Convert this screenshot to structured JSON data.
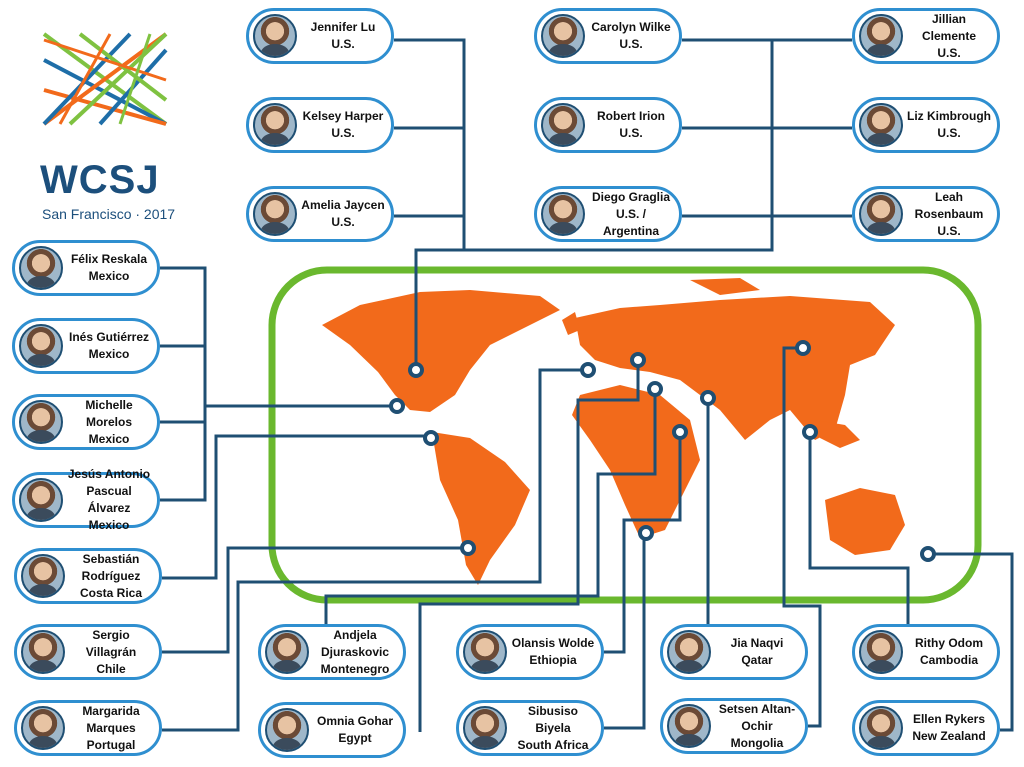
{
  "logo": {
    "title": "WCSJ",
    "subtitle": "San Francisco · 2017"
  },
  "people": [
    {
      "id": "jennifer-lu",
      "name": "Jennifer Lu",
      "country": "U.S."
    },
    {
      "id": "carolyn-wilke",
      "name": "Carolyn Wilke",
      "country": "U.S."
    },
    {
      "id": "jillian-clemente",
      "name": "Jillian Clemente",
      "country": "U.S."
    },
    {
      "id": "kelsey-harper",
      "name": "Kelsey Harper",
      "country": "U.S."
    },
    {
      "id": "robert-irion",
      "name": "Robert Irion",
      "country": "U.S."
    },
    {
      "id": "liz-kimbrough",
      "name": "Liz Kimbrough",
      "country": "U.S."
    },
    {
      "id": "amelia-jaycen",
      "name": "Amelia Jaycen",
      "country": "U.S."
    },
    {
      "id": "diego-graglia",
      "name": "Diego Graglia",
      "country": "U.S. / Argentina"
    },
    {
      "id": "leah-rosenbaum",
      "name": "Leah Rosenbaum",
      "country": "U.S."
    },
    {
      "id": "felix-reskala",
      "name": "Félix Reskala",
      "country": "Mexico"
    },
    {
      "id": "ines-gutierrez",
      "name": "Inés Gutiérrez",
      "country": "Mexico"
    },
    {
      "id": "michelle-morelos",
      "name": "Michelle Morelos",
      "country": "Mexico"
    },
    {
      "id": "jesus-antonio",
      "name": "Jesús Antonio Pascual Álvarez",
      "country": "Mexico"
    },
    {
      "id": "sebastian-rodriguez",
      "name": "Sebastián Rodríguez",
      "country": "Costa Rica"
    },
    {
      "id": "sergio-villagran",
      "name": "Sergio Villagrán",
      "country": "Chile"
    },
    {
      "id": "margarida-marques",
      "name": "Margarida Marques",
      "country": "Portugal"
    },
    {
      "id": "andjela-djuraskovic",
      "name": "Andjela Djuraskovic",
      "country": "Montenegro"
    },
    {
      "id": "omnia-gohar",
      "name": "Omnia Gohar",
      "country": "Egypt"
    },
    {
      "id": "olansis-wolde",
      "name": "Olansis Wolde",
      "country": "Ethiopia"
    },
    {
      "id": "sibusiso-biyela",
      "name": "Sibusiso Biyela",
      "country": "South Africa"
    },
    {
      "id": "jia-naqvi",
      "name": "Jia Naqvi",
      "country": "Qatar"
    },
    {
      "id": "setsen-altan-ochir",
      "name": "Setsen Altan-Ochir",
      "country": "Mongolia"
    },
    {
      "id": "rithy-odom",
      "name": "Rithy Odom",
      "country": "Cambodia"
    },
    {
      "id": "ellen-rykers",
      "name": "Ellen Rykers",
      "country": "New Zealand"
    }
  ],
  "colors": {
    "card_border": "#2f8fd0",
    "connector": "#1f4f73",
    "map_land": "#f26a1b",
    "map_frame": "#6ab82e"
  }
}
